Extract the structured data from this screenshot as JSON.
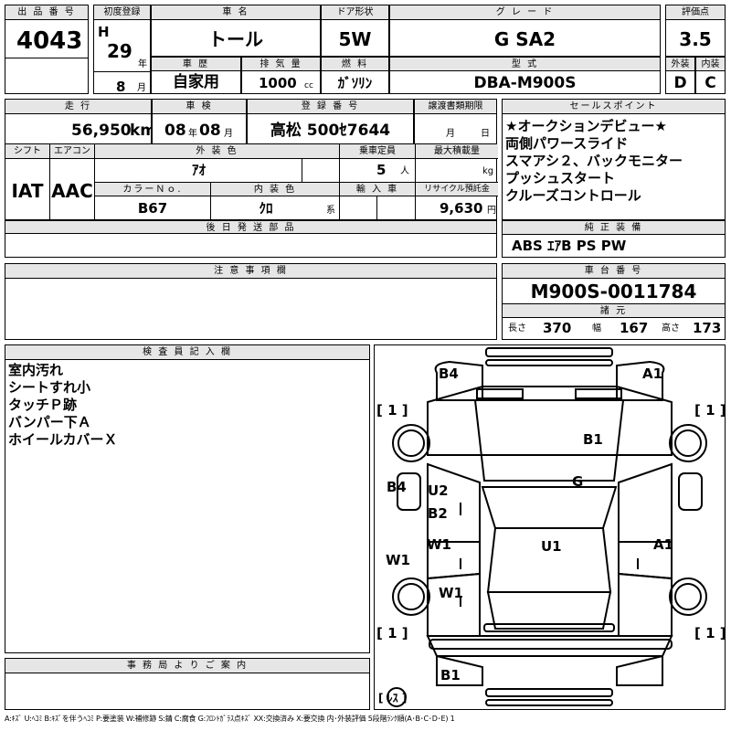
{
  "lot": {
    "label": "出 品 番 号",
    "value": "4043"
  },
  "first_reg": {
    "label": "初度登録",
    "era": "H",
    "year": "29",
    "year_unit": "年",
    "month": "8",
    "month_unit": "月"
  },
  "car_name": {
    "label": "車 名",
    "value": "トール"
  },
  "door": {
    "label": "ドア形状",
    "value": "5W"
  },
  "grade": {
    "label": "グ レ ー ド",
    "value": "G SA2"
  },
  "score": {
    "label": "評価点",
    "value": "3.5"
  },
  "history": {
    "label": "車 歴",
    "value": "自家用"
  },
  "displacement": {
    "label": "排 気 量",
    "value": "1000",
    "unit": "cc"
  },
  "fuel": {
    "label": "燃 料",
    "value": "ｶﾞｿﾘﾝ"
  },
  "model_code": {
    "label": "型 式",
    "value": "DBA-M900S"
  },
  "exterior_grade": {
    "label": "外装",
    "value": "D"
  },
  "interior_grade": {
    "label": "内装",
    "value": "C"
  },
  "mileage": {
    "label": "走 行",
    "value": "56,950",
    "unit": "km"
  },
  "inspection": {
    "label": "車 検",
    "year": "08",
    "year_unit": "年",
    "month": "08",
    "month_unit": "月"
  },
  "plate": {
    "label": "登 録 番 号",
    "value": "高松 500ｾ7644"
  },
  "transfer_deadline": {
    "label": "譲渡書類期限",
    "month_unit": "月",
    "day_unit": "日"
  },
  "sales_points": {
    "label": "セールスポイント",
    "items": [
      "★オークションデビュー★",
      "両側パワースライド",
      "スマアシ２、バックモニター",
      "プッシュスタート",
      "クルーズコントロール"
    ]
  },
  "shift": {
    "label": "シフト",
    "value": "IAT"
  },
  "aircon": {
    "label": "エアコン",
    "value": "AAC"
  },
  "ext_color": {
    "label": "外 装 色",
    "value": "ｱｵ"
  },
  "capacity": {
    "label": "乗車定員",
    "value": "5",
    "unit": "人"
  },
  "max_load": {
    "label": "最大積載量",
    "unit": "kg"
  },
  "color_no": {
    "label": "カラーＮｏ.",
    "value": "B67"
  },
  "int_color": {
    "label": "内 装 色",
    "value": "ｸﾛ",
    "unit": "系"
  },
  "import": {
    "label": "輸 入 車"
  },
  "recycle": {
    "label": "リサイクル預託金",
    "value": "9,630",
    "unit": "円"
  },
  "later_parts": {
    "label": "後 日 発 送 部 品"
  },
  "equipment": {
    "label": "純 正 装 備",
    "value": "ABS ｴｱB PS PW"
  },
  "notes": {
    "label": "注 意 事 項 欄"
  },
  "chassis": {
    "label": "車 台 番 号",
    "value": "M900S-0011784"
  },
  "specs": {
    "label": "諸 元",
    "length_label": "長さ",
    "length": "370",
    "width_label": "幅",
    "width": "167",
    "height_label": "高さ",
    "height": "173"
  },
  "inspector": {
    "label": "検 査 員 記 入 欄",
    "lines": [
      "室内汚れ",
      "シートすれ小",
      "タッチＰ跡",
      "バンパー下Ａ",
      "ホイールカバーＸ"
    ]
  },
  "office": {
    "label": "事 務 局 よ り ご 案 内"
  },
  "diagram": {
    "points": [
      {
        "id": "b4-top",
        "text": "B4"
      },
      {
        "id": "a1-top",
        "text": "A1"
      },
      {
        "id": "tire-fl",
        "text": "[ 1 ]"
      },
      {
        "id": "tire-fr",
        "text": "[ 1 ]"
      },
      {
        "id": "b1-hood",
        "text": "B1"
      },
      {
        "id": "g-glass",
        "text": "G"
      },
      {
        "id": "b4-left",
        "text": "B4"
      },
      {
        "id": "u2-door",
        "text": "U2"
      },
      {
        "id": "b2-door",
        "text": "B2"
      },
      {
        "id": "w1-door",
        "text": "W1"
      },
      {
        "id": "u1-roof",
        "text": "U1"
      },
      {
        "id": "a1-right",
        "text": "A1"
      },
      {
        "id": "w1-left",
        "text": "W1"
      },
      {
        "id": "w1-rear",
        "text": "W1"
      },
      {
        "id": "tire-rl",
        "text": "[ 1 ]"
      },
      {
        "id": "tire-rr",
        "text": "[ 1 ]"
      },
      {
        "id": "b1-rear",
        "text": "B1"
      },
      {
        "id": "spare",
        "text": "[ ﾚｽ ]"
      }
    ]
  },
  "legend": "A:ｷｽﾞ U:ﾍｺﾐ B:ｷｽﾞを伴うﾍｺﾐ P:要塗装 W:補修跡 S:錆 C:腐食 G:ﾌﾛﾝﾄｶﾞﾗｽ点ｷｽﾞ XX:交換済み X:要交換 内･外装評価 5段階ﾗﾝｸ順(A･B･C･D･E) 1"
}
